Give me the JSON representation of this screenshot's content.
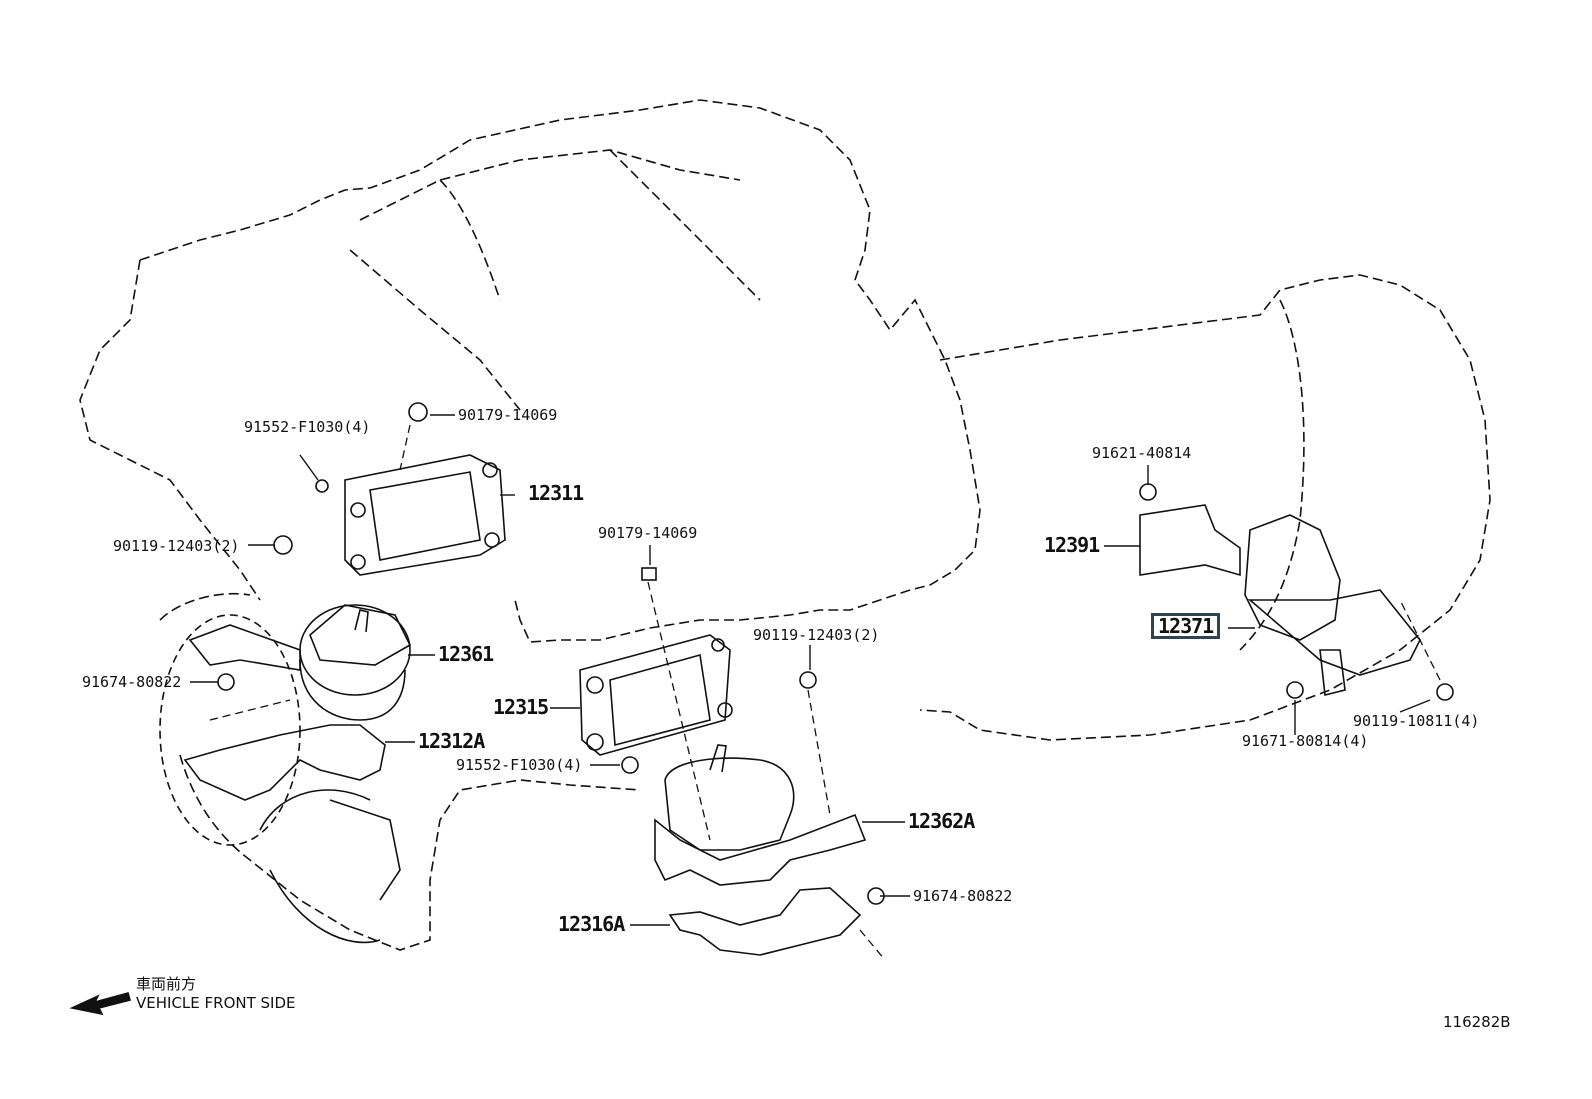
{
  "diagram": {
    "figure_id": "116282B",
    "direction_legend": {
      "japanese": "車両前方",
      "english": "VEHICLE FRONT SIDE",
      "icon": "arrow-left-icon"
    },
    "highlighted_part": "12371",
    "parts": [
      {
        "id": "12311",
        "label": "12311"
      },
      {
        "id": "12361",
        "label": "12361"
      },
      {
        "id": "12312A",
        "label": "12312A"
      },
      {
        "id": "12315",
        "label": "12315"
      },
      {
        "id": "12362A",
        "label": "12362A"
      },
      {
        "id": "12316A",
        "label": "12316A"
      },
      {
        "id": "12391",
        "label": "12391"
      },
      {
        "id": "12371",
        "label": "12371"
      }
    ],
    "fasteners": [
      {
        "label": "91552-F1030(4)"
      },
      {
        "label": "90179-14069"
      },
      {
        "label": "90119-12403(2)"
      },
      {
        "label": "91674-80822"
      },
      {
        "label": "90179-14069"
      },
      {
        "label": "90119-12403(2)"
      },
      {
        "label": "91552-F1030(4)"
      },
      {
        "label": "91674-80822"
      },
      {
        "label": "91621-40814"
      },
      {
        "label": "91671-80814(4)"
      },
      {
        "label": "90119-10811(4)"
      }
    ]
  }
}
